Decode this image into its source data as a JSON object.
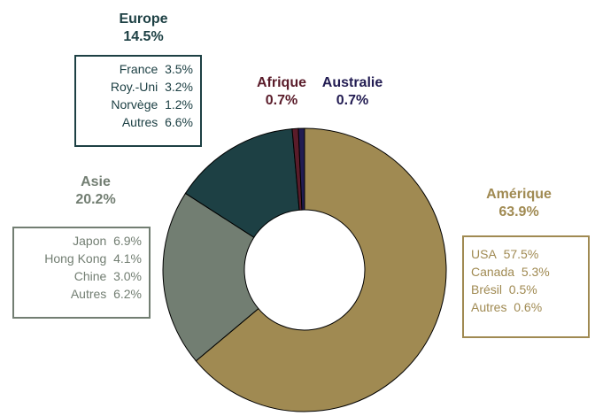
{
  "chart_data": {
    "type": "pie",
    "title": "",
    "slices": [
      {
        "name": "Amérique",
        "value": 63.9,
        "label": "63.9%",
        "color": "#a08a52",
        "breakdown": [
          {
            "name": "USA",
            "value": "57.5%"
          },
          {
            "name": "Canada",
            "value": "5.3%"
          },
          {
            "name": "Brésil",
            "value": "0.5%"
          },
          {
            "name": "Autres",
            "value": "0.6%"
          }
        ]
      },
      {
        "name": "Asie",
        "value": 20.2,
        "label": "20.2%",
        "color": "#727e72",
        "breakdown": [
          {
            "name": "Japon",
            "value": "6.9%"
          },
          {
            "name": "Hong Kong",
            "value": "4.1%"
          },
          {
            "name": "Chine",
            "value": "3.0%"
          },
          {
            "name": "Autres",
            "value": "6.2%"
          }
        ]
      },
      {
        "name": "Europe",
        "value": 14.5,
        "label": "14.5%",
        "color": "#1d4044",
        "breakdown": [
          {
            "name": "France",
            "value": "3.5%"
          },
          {
            "name": "Roy.-Uni",
            "value": "3.2%"
          },
          {
            "name": "Norvège",
            "value": "1.2%"
          },
          {
            "name": "Autres",
            "value": "6.6%"
          }
        ]
      },
      {
        "name": "Afrique",
        "value": 0.7,
        "label": "0.7%",
        "color": "#5a1c2a",
        "breakdown": []
      },
      {
        "name": "Australie",
        "value": 0.7,
        "label": "0.7%",
        "color": "#221c52",
        "breakdown": []
      }
    ]
  }
}
